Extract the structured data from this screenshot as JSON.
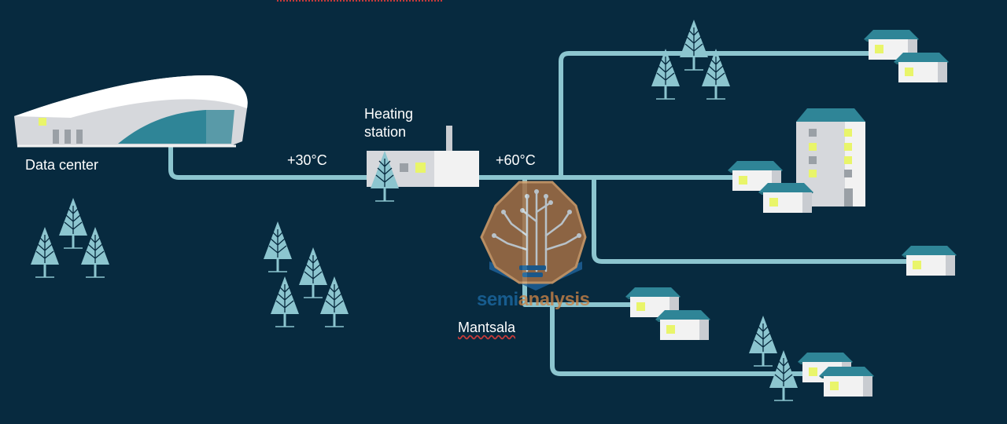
{
  "labels": {
    "data_center": "Data center",
    "heating_station": [
      "Heating",
      "station"
    ],
    "temp_out": "+30°C",
    "temp_return": "+60°C",
    "town": "Mantsala"
  },
  "watermark": {
    "text_part1": "semi",
    "text_part2": "analysis"
  },
  "colors": {
    "background": "#072a3f",
    "pipe": "#8cc5cf",
    "roof": "#2f8597",
    "tree": "#8cc5cf",
    "window": "#e9f56a",
    "wall": "#f2f2f2"
  }
}
